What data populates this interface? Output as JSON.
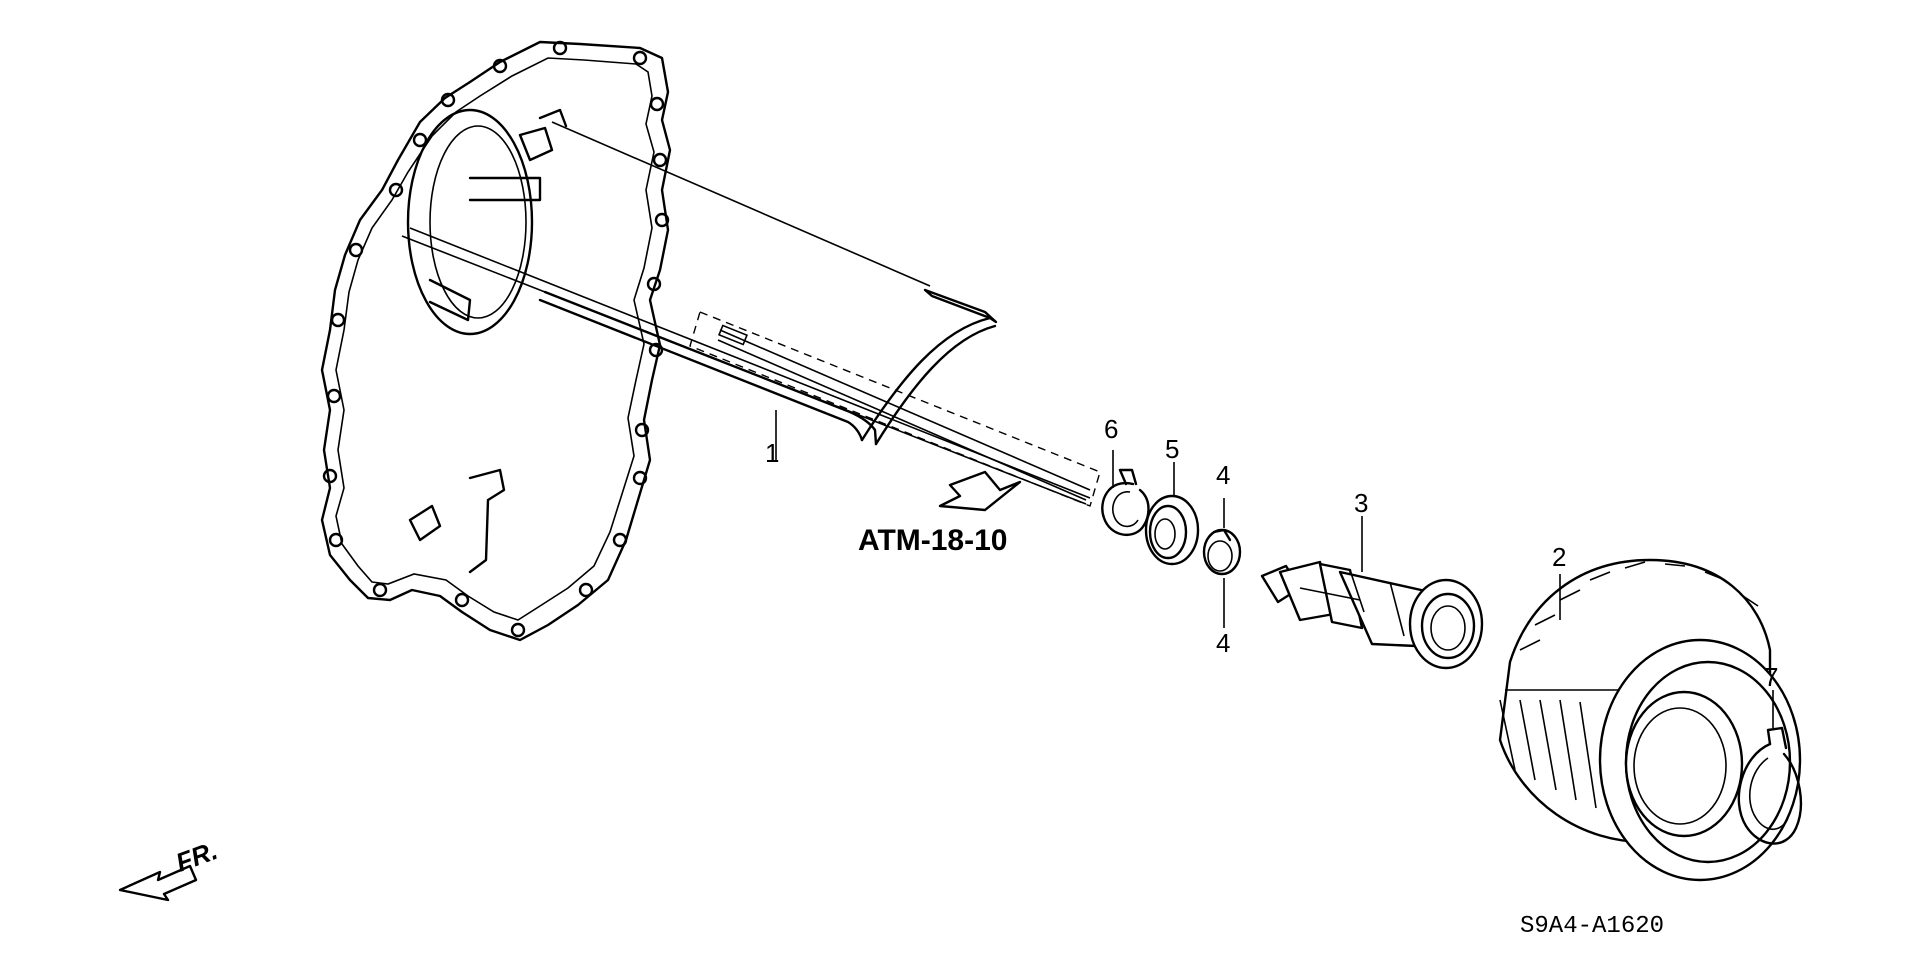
{
  "diagram": {
    "labels": {
      "part_1": "1",
      "part_2": "2",
      "part_3": "3",
      "part_4_upper": "4",
      "part_4_lower": "4",
      "part_5": "5",
      "part_6": "6",
      "part_7": "7"
    },
    "reference": "ATM-18-10",
    "front_marker": "FR.",
    "diagram_code": "S9A4-A1620"
  }
}
